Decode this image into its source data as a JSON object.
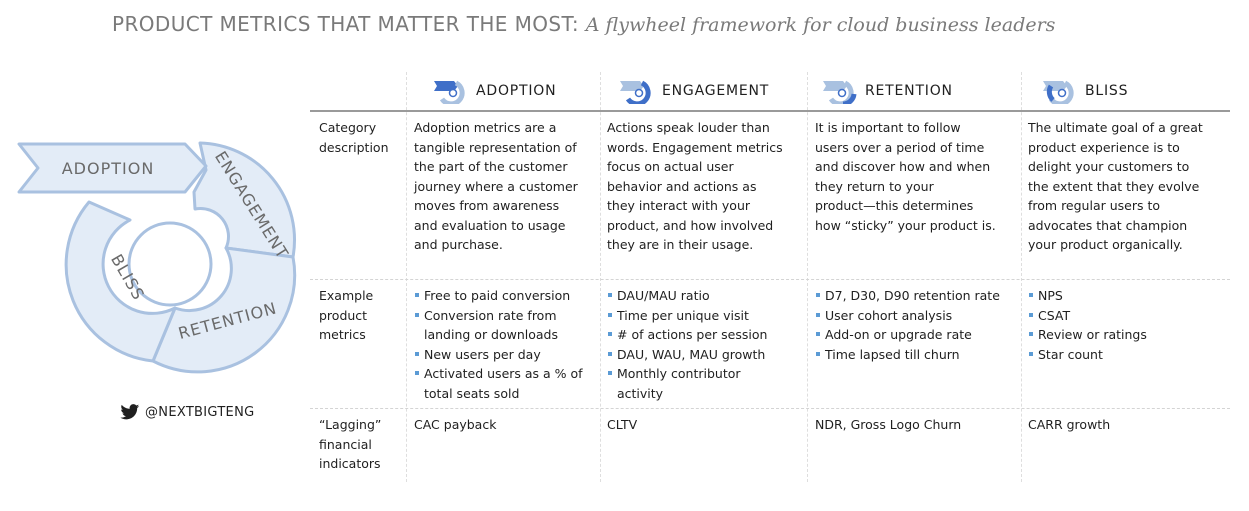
{
  "title": {
    "main": "PRODUCT METRICS THAT MATTER THE MOST:",
    "subtitle": "A flywheel framework for cloud business leaders"
  },
  "wheel": {
    "labels": [
      "ADOPTION",
      "ENGAGEMENT",
      "RETENTION",
      "BLISS"
    ]
  },
  "twitter_handle": "@NEXTBIGTENG",
  "columns": [
    "ADOPTION",
    "ENGAGEMENT",
    "RETENTION",
    "BLISS"
  ],
  "row_labels": {
    "category": [
      "Category",
      "description"
    ],
    "metrics": [
      "Example",
      "product",
      "metrics"
    ],
    "lagging": [
      "“Lagging”",
      "financial",
      "indicators"
    ]
  },
  "descriptions": [
    [
      "Adoption metrics are a",
      "tangible representation of",
      "the part of the customer",
      "journey where a customer",
      "moves from awareness",
      "and evaluation to usage",
      "and purchase."
    ],
    [
      "Actions speak louder than",
      "words. Engagement metrics",
      "focus on actual user",
      "behavior and actions as",
      "they interact with your",
      "product, and how involved",
      "they are in their usage."
    ],
    [
      "It is important to follow",
      "users over a period of time",
      "and discover how and when",
      "they return to your",
      "product—this determines",
      "how “sticky” your product is."
    ],
    [
      "The ultimate goal of a great",
      "product experience is to",
      "delight your customers to",
      "the extent that they evolve",
      "from regular users to",
      "advocates that champion",
      "your product organically."
    ]
  ],
  "metrics": [
    [
      [
        "Free to paid conversion"
      ],
      [
        "Conversion rate from",
        "landing or downloads"
      ],
      [
        "New users per day"
      ],
      [
        "Activated users as a % of",
        "total seats sold"
      ]
    ],
    [
      [
        "DAU/MAU ratio"
      ],
      [
        "Time per unique visit"
      ],
      [
        "# of actions per session"
      ],
      [
        "DAU, WAU, MAU growth"
      ],
      [
        "Monthly contributor",
        "activity"
      ]
    ],
    [
      [
        "D7, D30, D90 retention rate"
      ],
      [
        "User cohort analysis"
      ],
      [
        "Add-on or upgrade rate"
      ],
      [
        "Time lapsed till churn"
      ]
    ],
    [
      [
        "NPS"
      ],
      [
        "CSAT"
      ],
      [
        "Review or ratings"
      ],
      [
        "Star count"
      ]
    ]
  ],
  "lagging": [
    "CAC payback",
    "CLTV",
    "NDR, Gross Logo Churn",
    "CARR growth"
  ],
  "colors": {
    "wheel_fill": "#e3ecf7",
    "wheel_stroke": "#a9c1e0",
    "icon_blue": "#3f6fc8",
    "bullet": "#5b9bd5",
    "title": "#7a7a7a"
  }
}
